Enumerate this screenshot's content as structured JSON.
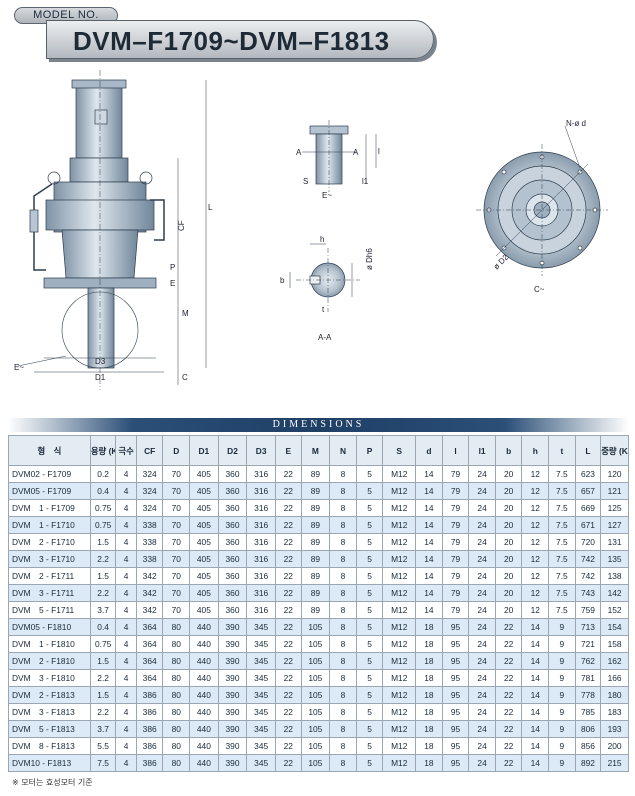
{
  "header": {
    "model_label": "MODEL NO.",
    "title": "DVM–F1709~DVM–F1813"
  },
  "drawing_labels": {
    "D3": "D3",
    "D1": "D1",
    "E_arrow": "E~",
    "L": "L",
    "CF": "CF",
    "P": "P",
    "E": "E",
    "M": "M",
    "C": "C",
    "A_left": "A",
    "A_right": "A",
    "S": "S",
    "l": "l",
    "l1": "l1",
    "E_tilde": "E~",
    "h": "h",
    "b": "b",
    "Dh6": "ø Dh6",
    "t": "t",
    "AA": "A-A",
    "Nd": "N-ø d",
    "D2": "ø D2",
    "C_tilde": "C~"
  },
  "dimensions": {
    "banner": "DIMENSIONS",
    "headers": [
      "형　식",
      "용량 (KW)",
      "극수",
      "CF",
      "D",
      "D1",
      "D2",
      "D3",
      "E",
      "M",
      "N",
      "P",
      "S",
      "d",
      "l",
      "l1",
      "b",
      "h",
      "t",
      "L",
      "중량 (KG)"
    ],
    "rows": [
      [
        "DVM02 - F1709",
        "0.2",
        "4",
        "324",
        "70",
        "405",
        "360",
        "316",
        "22",
        "89",
        "8",
        "5",
        "M12",
        "14",
        "79",
        "24",
        "20",
        "12",
        "7.5",
        "623",
        "120"
      ],
      [
        "DVM05 - F1709",
        "0.4",
        "4",
        "324",
        "70",
        "405",
        "360",
        "316",
        "22",
        "89",
        "8",
        "5",
        "M12",
        "14",
        "79",
        "24",
        "20",
        "12",
        "7.5",
        "657",
        "121"
      ],
      [
        "DVM　1 - F1709",
        "0.75",
        "4",
        "324",
        "70",
        "405",
        "360",
        "316",
        "22",
        "89",
        "8",
        "5",
        "M12",
        "14",
        "79",
        "24",
        "20",
        "12",
        "7.5",
        "669",
        "125"
      ],
      [
        "DVM　1 - F1710",
        "0.75",
        "4",
        "338",
        "70",
        "405",
        "360",
        "316",
        "22",
        "89",
        "8",
        "5",
        "M12",
        "14",
        "79",
        "24",
        "20",
        "12",
        "7.5",
        "671",
        "127"
      ],
      [
        "DVM　2 - F1710",
        "1.5",
        "4",
        "338",
        "70",
        "405",
        "360",
        "316",
        "22",
        "89",
        "8",
        "5",
        "M12",
        "14",
        "79",
        "24",
        "20",
        "12",
        "7.5",
        "720",
        "131"
      ],
      [
        "DVM　3 - F1710",
        "2.2",
        "4",
        "338",
        "70",
        "405",
        "360",
        "316",
        "22",
        "89",
        "8",
        "5",
        "M12",
        "14",
        "79",
        "24",
        "20",
        "12",
        "7.5",
        "742",
        "135"
      ],
      [
        "DVM　2 - F1711",
        "1.5",
        "4",
        "342",
        "70",
        "405",
        "360",
        "316",
        "22",
        "89",
        "8",
        "5",
        "M12",
        "14",
        "79",
        "24",
        "20",
        "12",
        "7.5",
        "742",
        "138"
      ],
      [
        "DVM　3 - F1711",
        "2.2",
        "4",
        "342",
        "70",
        "405",
        "360",
        "316",
        "22",
        "89",
        "8",
        "5",
        "M12",
        "14",
        "79",
        "24",
        "20",
        "12",
        "7.5",
        "743",
        "142"
      ],
      [
        "DVM　5 - F1711",
        "3.7",
        "4",
        "342",
        "70",
        "405",
        "360",
        "316",
        "22",
        "89",
        "8",
        "5",
        "M12",
        "14",
        "79",
        "24",
        "20",
        "12",
        "7.5",
        "759",
        "152"
      ],
      [
        "DVM05 - F1810",
        "0.4",
        "4",
        "364",
        "80",
        "440",
        "390",
        "345",
        "22",
        "105",
        "8",
        "5",
        "M12",
        "18",
        "95",
        "24",
        "22",
        "14",
        "9",
        "713",
        "154"
      ],
      [
        "DVM　1 - F1810",
        "0.75",
        "4",
        "364",
        "80",
        "440",
        "390",
        "345",
        "22",
        "105",
        "8",
        "5",
        "M12",
        "18",
        "95",
        "24",
        "22",
        "14",
        "9",
        "721",
        "158"
      ],
      [
        "DVM　2 - F1810",
        "1.5",
        "4",
        "364",
        "80",
        "440",
        "390",
        "345",
        "22",
        "105",
        "8",
        "5",
        "M12",
        "18",
        "95",
        "24",
        "22",
        "14",
        "9",
        "762",
        "162"
      ],
      [
        "DVM　3 - F1810",
        "2.2",
        "4",
        "364",
        "80",
        "440",
        "390",
        "345",
        "22",
        "105",
        "8",
        "5",
        "M12",
        "18",
        "95",
        "24",
        "22",
        "14",
        "9",
        "781",
        "166"
      ],
      [
        "DVM　2 - F1813",
        "1.5",
        "4",
        "386",
        "80",
        "440",
        "390",
        "345",
        "22",
        "105",
        "8",
        "5",
        "M12",
        "18",
        "95",
        "24",
        "22",
        "14",
        "9",
        "778",
        "180"
      ],
      [
        "DVM　3 - F1813",
        "2.2",
        "4",
        "386",
        "80",
        "440",
        "390",
        "345",
        "22",
        "105",
        "8",
        "5",
        "M12",
        "18",
        "95",
        "24",
        "22",
        "14",
        "9",
        "785",
        "183"
      ],
      [
        "DVM　5 - F1813",
        "3.7",
        "4",
        "386",
        "80",
        "440",
        "390",
        "345",
        "22",
        "105",
        "8",
        "5",
        "M12",
        "18",
        "95",
        "24",
        "22",
        "14",
        "9",
        "806",
        "193"
      ],
      [
        "DVM　8 - F1813",
        "5.5",
        "4",
        "386",
        "80",
        "440",
        "390",
        "345",
        "22",
        "105",
        "8",
        "5",
        "M12",
        "18",
        "95",
        "24",
        "22",
        "14",
        "9",
        "856",
        "200"
      ],
      [
        "DVM10 - F1813",
        "7.5",
        "4",
        "386",
        "80",
        "440",
        "390",
        "345",
        "22",
        "105",
        "8",
        "5",
        "M12",
        "18",
        "95",
        "24",
        "22",
        "14",
        "9",
        "892",
        "215"
      ]
    ]
  },
  "footnote": "※ 모터는 효성모터 기준",
  "colors": {
    "banner": "#1f3f66",
    "row_alt": "#dbeaf6",
    "header_bg": "#e4ecf3",
    "border": "#9aa6b2"
  }
}
